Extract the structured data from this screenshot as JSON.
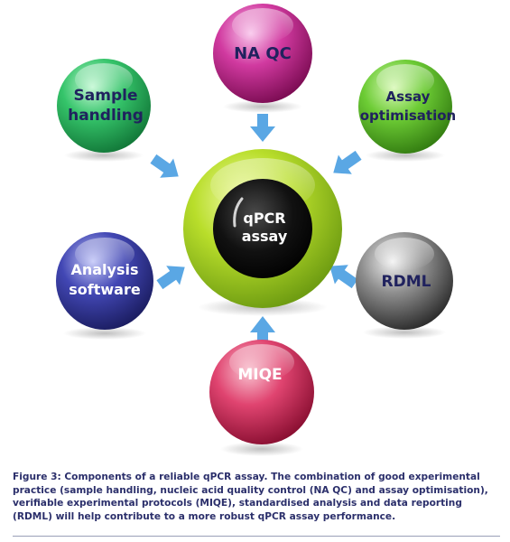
{
  "center": {
    "line1": "qPCR",
    "line2": "assay"
  },
  "nodes": {
    "naqc": {
      "line1": "NA QC",
      "line2": "",
      "color": "#b8157a",
      "light": "#f5a6dd"
    },
    "sample": {
      "line1": "Sample",
      "line2": "handling",
      "color": "#1f9e50",
      "light": "#a4f0c0"
    },
    "assay": {
      "line1": "Assay",
      "line2": "optimisation",
      "color": "#4aa820",
      "light": "#c4f39a"
    },
    "analysis": {
      "line1": "Analysis",
      "line2": "software",
      "color": "#2a2e86",
      "light": "#a8aef0"
    },
    "rdml": {
      "line1": "RDML",
      "line2": "",
      "color": "#4e4e4e",
      "light": "#dcdcdc"
    },
    "miqe": {
      "line1": "MIQE",
      "line2": "",
      "color": "#c21f4d",
      "light": "#f7a1b8"
    }
  },
  "caption": "Figure 3: Components of a reliable qPCR assay. The combination of good experimental practice (sample handling, nucleic acid quality control (NA QC) and assay optimisation), verifiable experimental protocols (MIQE), standardised analysis and data reporting (RDML) will help contribute to a more robust qPCR assay performance.",
  "colors": {
    "outer_ring": "#8fc41e",
    "outer_ring_light": "#e3f68a",
    "core": "#0a0a0a",
    "arrow": "#5aa7e4",
    "text": "#20225e",
    "caption_text": "#2b2f6b"
  }
}
